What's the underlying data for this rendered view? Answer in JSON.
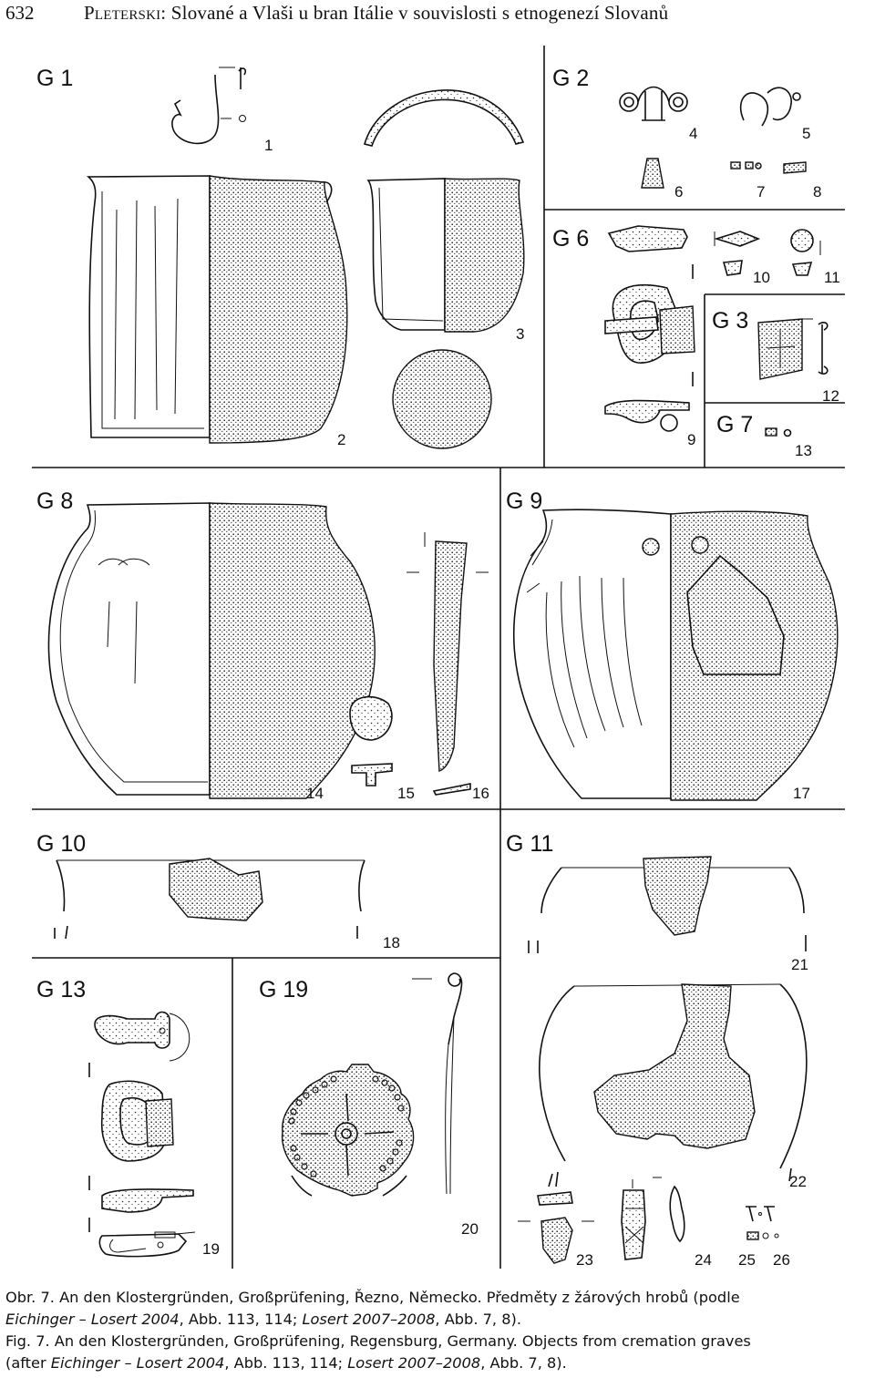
{
  "header": {
    "page_number": "632",
    "author": "Pleterski:",
    "title": "Slované a Vlaši u bran Itálie v souvislosti s etnogenezí Slovanů"
  },
  "figure": {
    "graves": [
      "G 1",
      "G 2",
      "G 6",
      "G 3",
      "G 7",
      "G 8",
      "G 9",
      "G 10",
      "G 11",
      "G 13",
      "G 19"
    ],
    "object_numbers": [
      "1",
      "2",
      "3",
      "4",
      "5",
      "6",
      "7",
      "8",
      "9",
      "10",
      "11",
      "12",
      "13",
      "14",
      "15",
      "16",
      "17",
      "18",
      "19",
      "20",
      "21",
      "22",
      "23",
      "24",
      "25",
      "26"
    ]
  },
  "caption": {
    "cz_lead": "Obr. 7. An den Klostergründen, Großprüfening, Řezno, Německo. Předměty z žárových hrobů (podle",
    "cz_ref1": "Eichinger – Losert 2004",
    "cz_mid": ", Abb. 113, 114; ",
    "cz_ref2": "Losert 2007–2008",
    "cz_end": ", Abb. 7, 8).",
    "en_lead": "Fig. 7. An den Klostergründen, Großprüfening, Regensburg, Germany. Objects from cremation graves",
    "en_pre": "(after ",
    "en_ref1": "Eichinger – Losert 2004",
    "en_mid": ", Abb. 113, 114; ",
    "en_ref2": "Losert 2007–2008",
    "en_end": ", Abb. 7, 8)."
  }
}
